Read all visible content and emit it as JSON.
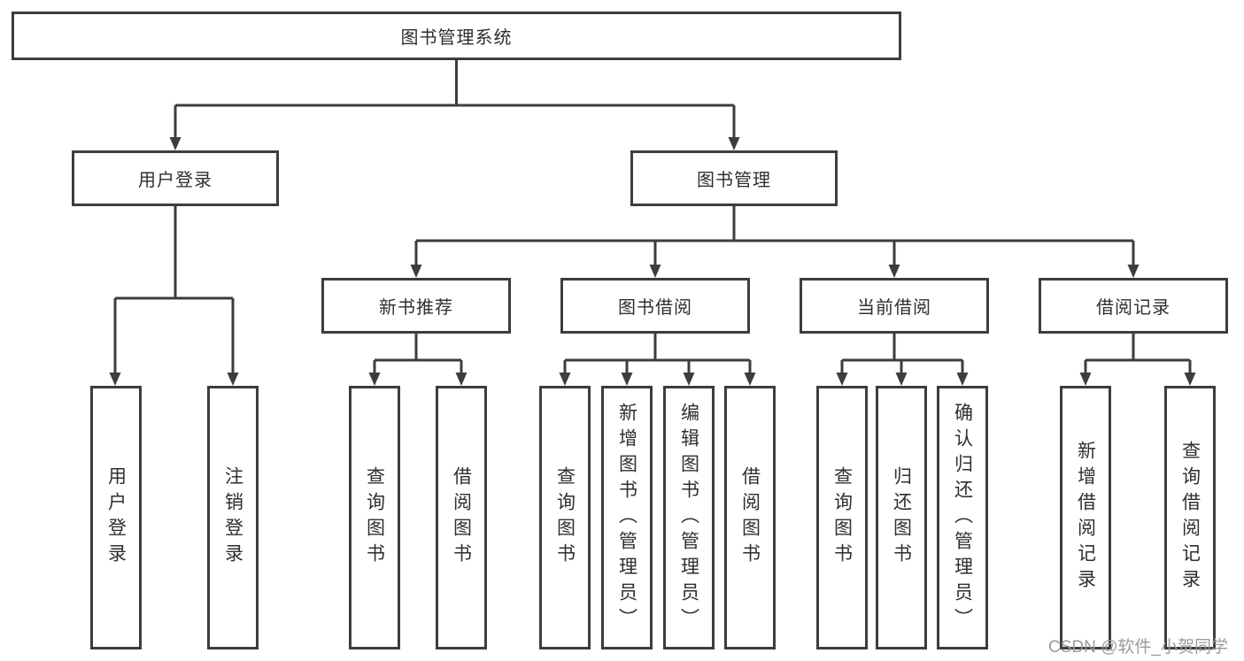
{
  "title": "图书管理系统",
  "tree": {
    "label": "图书管理系统",
    "children": [
      {
        "label": "用户登录",
        "children": [
          {
            "label": "用户登录"
          },
          {
            "label": "注销登录"
          }
        ]
      },
      {
        "label": "图书管理",
        "children": [
          {
            "label": "新书推荐",
            "children": [
              {
                "label": "查询图书"
              },
              {
                "label": "借阅图书"
              }
            ]
          },
          {
            "label": "图书借阅",
            "children": [
              {
                "label": "查询图书"
              },
              {
                "label": "新增图书（管理员）"
              },
              {
                "label": "编辑图书（管理员）"
              },
              {
                "label": "借阅图书"
              }
            ]
          },
          {
            "label": "当前借阅",
            "children": [
              {
                "label": "查询图书"
              },
              {
                "label": "归还图书"
              },
              {
                "label": "确认归还（管理员）"
              }
            ]
          },
          {
            "label": "借阅记录",
            "children": [
              {
                "label": "新增借阅记录"
              },
              {
                "label": "查询借阅记录"
              }
            ]
          }
        ]
      }
    ]
  },
  "watermark": "CSDN @软件_小贺同学",
  "colors": {
    "line": "#3d3d3d",
    "text": "#2f2f2f",
    "watermark_gray": "#9b9b9b",
    "background": "#ffffff"
  }
}
